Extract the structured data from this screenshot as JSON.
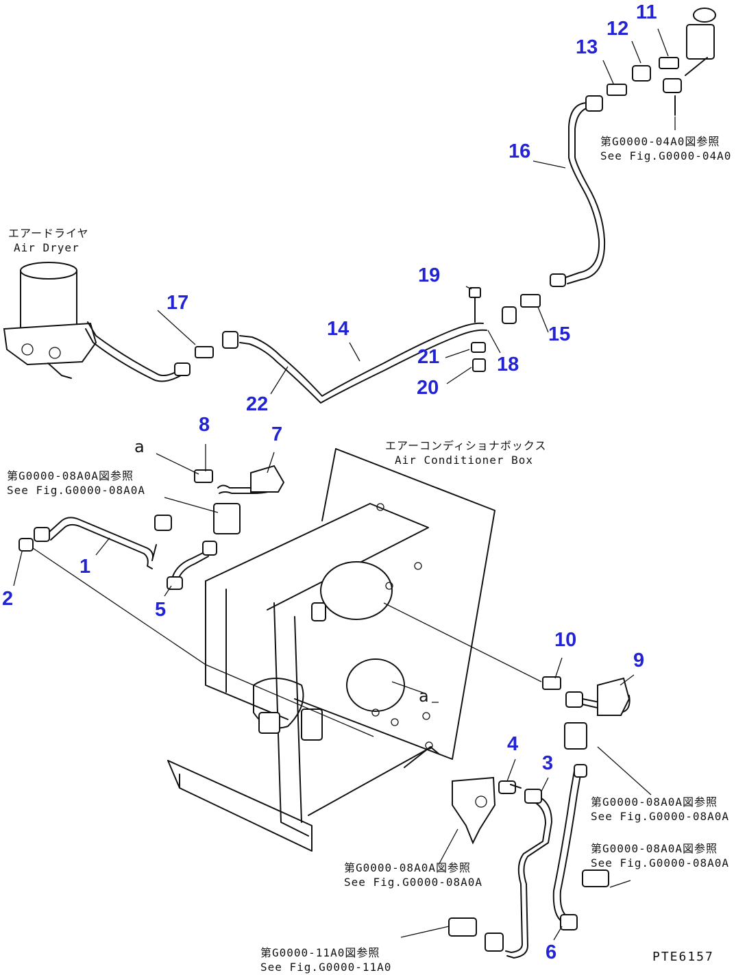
{
  "part_numbers": [
    "1",
    "2",
    "3",
    "4",
    "5",
    "6",
    "7",
    "8",
    "9",
    "10",
    "11",
    "12",
    "13",
    "14",
    "15",
    "16",
    "17",
    "18",
    "19",
    "20",
    "21",
    "22"
  ],
  "notes": {
    "air_dryer": [
      "エアードライヤ",
      "Air Dryer"
    ],
    "air_conditioner_box": [
      "エアーコンディショナボックス",
      "Air Conditioner Box"
    ],
    "ref_04a0": [
      "第G0000-04A0図参照",
      "See Fig.G0000-04A0"
    ],
    "ref_08a0a_left": [
      "第G0000-08A0A図参照",
      "See Fig.G0000-08A0A"
    ],
    "ref_08a0a_mid": [
      "第G0000-08A0A図参照",
      "See Fig.G0000-08A0A"
    ],
    "ref_08a0a_right1": [
      "第G0000-08A0A図参照",
      "See Fig.G0000-08A0A"
    ],
    "ref_08a0a_right2": [
      "第G0000-08A0A図参照",
      "See Fig.G0000-08A0A"
    ],
    "ref_11a0": [
      "第G0000-11A0図参照",
      "See Fig.G0000-11A0"
    ]
  },
  "connection_marks": [
    "a",
    "a"
  ],
  "drawing_id": "PTE6157",
  "colors": {
    "part_number": "#2323d6",
    "line": "#111111",
    "background": "#ffffff"
  }
}
